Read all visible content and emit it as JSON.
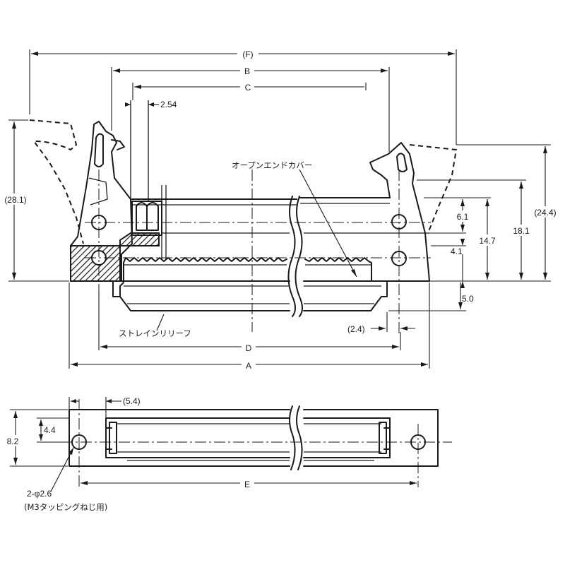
{
  "dimensions": {
    "F": "(F)",
    "B": "B",
    "C": "C",
    "pitch": "2.54",
    "height_left": "(28.1)",
    "height_right": "(24.4)",
    "d_6_1": "6.1",
    "d_14_7": "14.7",
    "d_18_1": "18.1",
    "d_4_1": "4.1",
    "d_5_0": "5.0",
    "d_2_4": "(2.4)",
    "D": "D",
    "A": "A",
    "d_5_4": "(5.4)",
    "d_4_4": "4.4",
    "d_8_2": "8.2",
    "E": "E"
  },
  "labels": {
    "open_end_cover": "オープンエンドカバー",
    "strain_relief": "ストレインリリーフ",
    "hole_spec": "2-φ2.6",
    "hole_note": "(M3タッピングねじ用)"
  }
}
